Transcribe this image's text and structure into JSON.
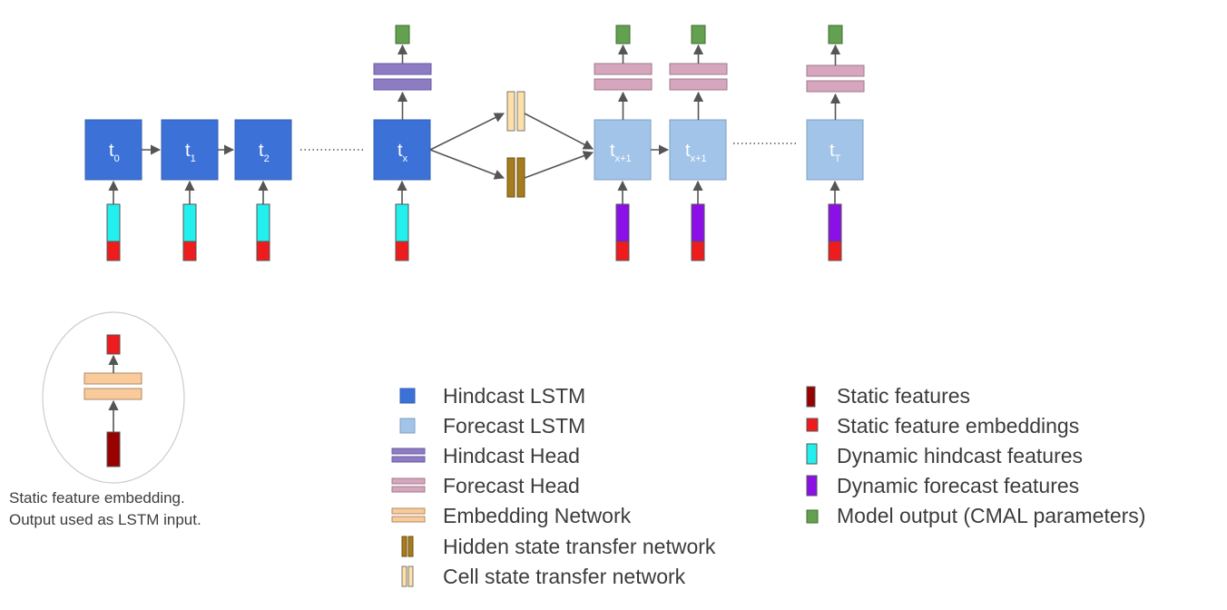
{
  "colors": {
    "hindcast_lstm": "#3c72d8",
    "forecast_lstm": "#a2c4e8",
    "hindcast_head": "#8e7cc3",
    "forecast_head": "#d5a6bd",
    "embedding_network": "#f9cb9c",
    "hidden_transfer": "#a67c1f",
    "cell_transfer": "#ffe0a6",
    "static_features": "#990000",
    "static_embeddings": "#ee1c1c",
    "dynamic_hindcast": "#22f0ee",
    "dynamic_forecast": "#8b10e8",
    "model_output": "#63a04f"
  },
  "cells": [
    {
      "main": "t",
      "sub": "0"
    },
    {
      "main": "t",
      "sub": "1"
    },
    {
      "main": "t",
      "sub": "2"
    },
    {
      "main": "t",
      "sub": "x"
    },
    {
      "main": "t",
      "sub": "x+1"
    },
    {
      "main": "t",
      "sub": "x+1"
    },
    {
      "main": "t",
      "sub": "T"
    }
  ],
  "caption": {
    "line1": "Static feature embedding.",
    "line2": "Output used as LSTM input."
  },
  "legend": {
    "left": [
      {
        "icon": "hindcast-lstm-swatch-icon",
        "label": "Hindcast LSTM"
      },
      {
        "icon": "forecast-lstm-swatch-icon",
        "label": "Forecast LSTM"
      },
      {
        "icon": "hindcast-head-swatch-icon",
        "label": "Hindcast Head"
      },
      {
        "icon": "forecast-head-swatch-icon",
        "label": "Forecast Head"
      },
      {
        "icon": "embedding-network-swatch-icon",
        "label": "Embedding Network"
      },
      {
        "icon": "hidden-state-transfer-swatch-icon",
        "label": "Hidden state transfer network"
      },
      {
        "icon": "cell-state-transfer-swatch-icon",
        "label": "Cell state transfer network"
      }
    ],
    "right": [
      {
        "icon": "static-features-swatch-icon",
        "label": "Static features"
      },
      {
        "icon": "static-feature-embeddings-swatch-icon",
        "label": "Static feature embeddings"
      },
      {
        "icon": "dynamic-hindcast-features-swatch-icon",
        "label": "Dynamic hindcast features"
      },
      {
        "icon": "dynamic-forecast-features-swatch-icon",
        "label": "Dynamic forecast features"
      },
      {
        "icon": "model-output-swatch-icon",
        "label": "Model output (CMAL parameters)"
      }
    ]
  }
}
